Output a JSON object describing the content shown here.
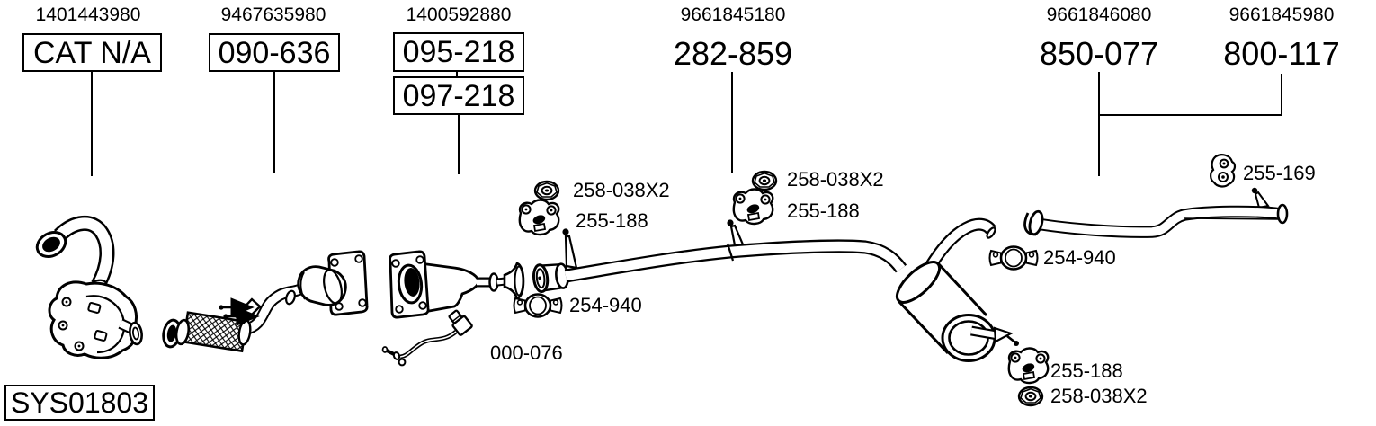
{
  "system_code": "SYS01803",
  "colors": {
    "ink": "#000000",
    "background": "#ffffff"
  },
  "columns": [
    {
      "oem": "1401443980",
      "part": "CAT N/A"
    },
    {
      "oem": "9467635980",
      "part": "090-636"
    },
    {
      "oem": "1400592880",
      "part": "095-218",
      "part_alt": "097-218"
    },
    {
      "oem": "9661845180",
      "part": "282-859"
    },
    {
      "oem": "9661846080",
      "part": "850-077"
    },
    {
      "oem": "9661845980",
      "part": "800-117"
    }
  ],
  "callouts": {
    "center_nut": "258-038X2",
    "center_hanger": "255-188",
    "center_clamp": "254-940",
    "oxygen_sensor": "000-076",
    "mid_nut": "258-038X2",
    "mid_hanger": "255-188",
    "tail_hanger": "255-169",
    "tail_clamp": "254-940",
    "rear_hanger": "255-188",
    "rear_nut": "258-038X2"
  },
  "icons": {
    "flange_nut": "flange-nut-icon",
    "rubber_mount_bracket": "rubber-mount-icon",
    "pipe_clamp": "pipe-clamp-icon",
    "rubber_hanger": "rubber-hanger-icon"
  }
}
